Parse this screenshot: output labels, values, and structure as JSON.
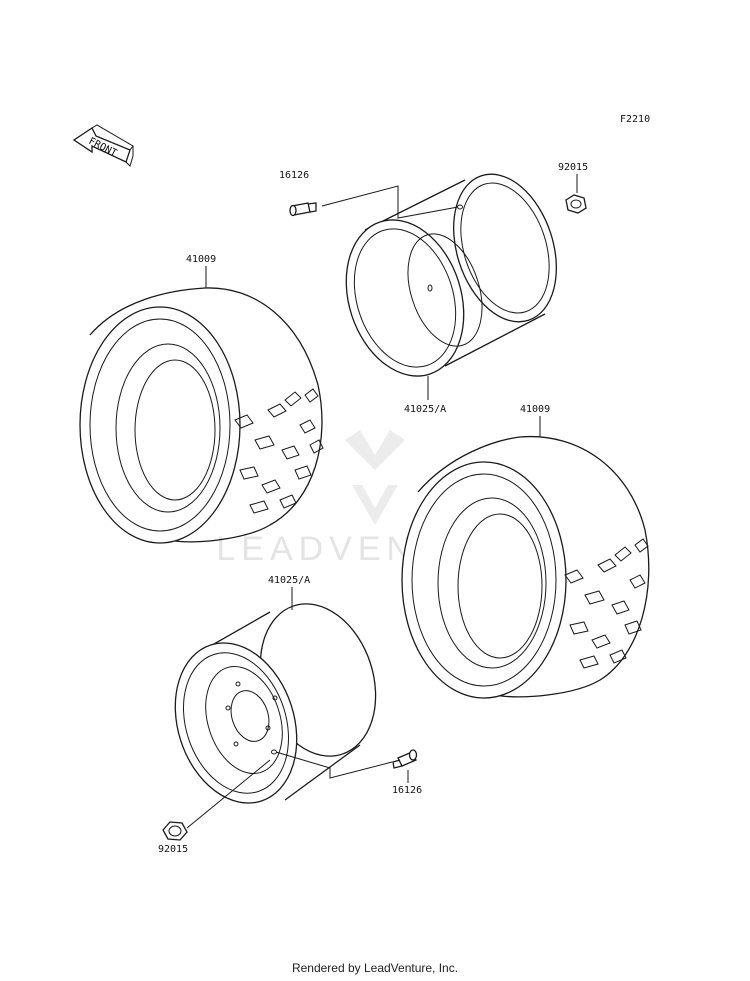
{
  "diagram_code": "F2210",
  "front_label": "FRONT",
  "watermark": "LEADVENTURE",
  "credit": "Rendered by LeadVenture, Inc.",
  "callouts": {
    "valve_top": "16126",
    "nut_top": "92015",
    "tire_left": "41009",
    "wheel_top": "41025/A",
    "tire_right": "41009",
    "wheel_bottom": "41025/A",
    "valve_bottom": "16126",
    "nut_bottom": "92015"
  }
}
